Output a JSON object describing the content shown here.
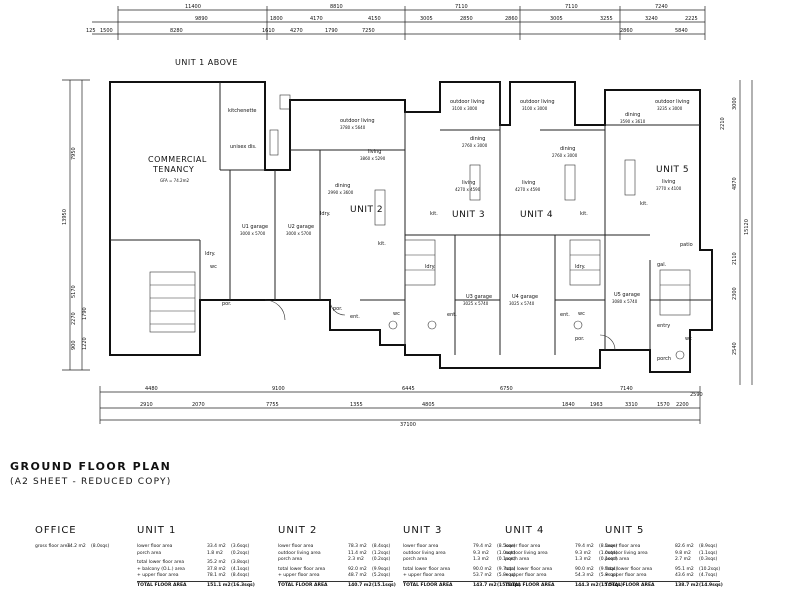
{
  "drawing": {
    "top_dims_row1": [
      "11400",
      "8810",
      "7110",
      "7110",
      "7240"
    ],
    "top_dims_row2": [
      "9890",
      "1800",
      "4170",
      "4150",
      "3005",
      "2850",
      "2860",
      "3005",
      "3255",
      "3240",
      "2225"
    ],
    "top_dims_row3": [
      "125",
      "1500",
      "8280",
      "1610",
      "4270",
      "1790",
      "7250",
      "2860",
      "5840"
    ],
    "bottom_dims_row1": [
      "4480",
      "9100",
      "6445",
      "6750",
      "7140"
    ],
    "bottom_dims_row2": [
      "2910",
      "2070",
      "7755",
      "1355",
      "4805",
      "1840",
      "1963",
      "3310",
      "1570",
      "2200",
      "2590"
    ],
    "bottom_total": "37100",
    "left_dims": [
      "7950",
      "13950",
      "5170",
      "2270",
      "1790",
      "900",
      "1220"
    ],
    "right_dims": [
      "3000",
      "2210",
      "4870",
      "15120",
      "2110",
      "2300",
      "2540"
    ],
    "unit1_above": "UNIT 1 ABOVE",
    "commercial": {
      "line1": "COMMERCIAL",
      "line2": "TENANCY",
      "gfa": "GFA = 74.2m2"
    },
    "unit_labels": [
      "UNIT 2",
      "UNIT 3",
      "UNIT 4",
      "UNIT 5"
    ],
    "rooms": {
      "kitchenette": "kitchenette",
      "unisex_dis": "unisex dis.",
      "outdoor_living_2": "outdoor living",
      "outdoor_living_2_dim": "3780 x 5640",
      "living_2": "living",
      "living_2_dim": "3860 x 5290",
      "dining_2": "dining",
      "dining_2_dim": "2990 x 3600",
      "u1_garage": "U1 garage",
      "u1_garage_dim": "3000 x 5700",
      "u2_garage": "U2 garage",
      "u2_garage_dim": "3000 x 5700",
      "outdoor_living_3": "outdoor living",
      "outdoor_living_3_dim": "3100 x 3000",
      "dining_3": "dining",
      "dining_3_dim": "2760 x 3000",
      "living_3": "living",
      "living_3_dim": "4270 x 4590",
      "u3_garage": "U3 garage",
      "u3_garage_dim": "3025 x 5740",
      "outdoor_living_4": "outdoor living",
      "outdoor_living_4_dim": "3100 x 3000",
      "dining_4": "dining",
      "dining_4_dim": "2760 x 3000",
      "living_4": "living",
      "living_4_dim": "4270 x 4590",
      "u4_garage": "U4 garage",
      "u4_garage_dim": "3025 x 5740",
      "outdoor_living_5": "outdoor living",
      "outdoor_living_5_dim": "3235 x 3000",
      "dining_5": "dining",
      "dining_5_dim": "3590 x 3610",
      "living_5": "living",
      "living_5_dim": "3770 x 4100",
      "u5_garage": "U5 garage",
      "u5_garage_dim": "3080 x 5740",
      "patio": "patio",
      "entry": "entry",
      "porch": "porch",
      "kit": "kit.",
      "ldry": "ldry.",
      "wc": "wc",
      "por": "por.",
      "ent": "ent.",
      "gal": "gal."
    }
  },
  "title": {
    "main": "GROUND FLOOR PLAN",
    "sub": "(A2 SHEET - REDUCED COPY)"
  },
  "schedule": {
    "office": {
      "heading": "OFFICE",
      "rows": [
        [
          "gross floor area",
          "74.2 m2",
          "(8.0sqs)"
        ]
      ]
    },
    "units": [
      {
        "heading": "UNIT 1",
        "rows": [
          [
            "lower floor area",
            "33.4 m2",
            "(3.6sqs)"
          ],
          [
            "porch area",
            "1.8 m2",
            "(0.2sqs)"
          ],
          [
            "total lower floor area",
            "35.2 m2",
            "(3.8sqs)"
          ],
          [
            "+ balcony (O.L.) area",
            "37.8 m2",
            "(4.1sqs)"
          ],
          [
            "+ upper floor area",
            "78.1 m2",
            "(8.4sqs)"
          ],
          [
            "TOTAL FLOOR AREA",
            "151.1 m2",
            "(16.3sqs)"
          ]
        ]
      },
      {
        "heading": "UNIT 2",
        "rows": [
          [
            "lower floor area",
            "78.3 m2",
            "(8.4sqs)"
          ],
          [
            "outdoor living area",
            "11.4 m2",
            "(1.2sqs)"
          ],
          [
            "porch area",
            "2.3 m2",
            "(0.2sqs)"
          ],
          [
            "total lower floor area",
            "92.0 m2",
            "(9.9sqs)"
          ],
          [
            "+ upper floor area",
            "48.7 m2",
            "(5.2sqs)"
          ],
          [
            "TOTAL FLOOR AREA",
            "140.7 m2",
            "(15.1sqs)"
          ]
        ]
      },
      {
        "heading": "UNIT 3",
        "rows": [
          [
            "lower floor area",
            "79.4 m2",
            "(8.5sqs)"
          ],
          [
            "outdoor living area",
            "9.3 m2",
            "(1.0sqs)"
          ],
          [
            "porch area",
            "1.3 m2",
            "(0.1sqs)"
          ],
          [
            "total lower floor area",
            "90.0 m2",
            "(9.7sqs)"
          ],
          [
            "+ upper floor area",
            "53.7 m2",
            "(5.8sqs)"
          ],
          [
            "TOTAL FLOOR AREA",
            "143.7 m2",
            "(15.5sqs)"
          ]
        ]
      },
      {
        "heading": "UNIT 4",
        "rows": [
          [
            "lower floor area",
            "79.4 m2",
            "(8.5sqs)"
          ],
          [
            "outdoor living area",
            "9.3 m2",
            "(1.0sqs)"
          ],
          [
            "porch area",
            "1.3 m2",
            "(0.1sqs)"
          ],
          [
            "total lower floor area",
            "90.0 m2",
            "(9.7sqs)"
          ],
          [
            "+ upper floor area",
            "54.3 m2",
            "(5.8sqs)"
          ],
          [
            "TOTAL FLOOR AREA",
            "144.3 m2",
            "(15.5sqs)"
          ]
        ]
      },
      {
        "heading": "UNIT 5",
        "rows": [
          [
            "lower floor area",
            "82.6 m2",
            "(8.9sqs)"
          ],
          [
            "outdoor living area",
            "9.8 m2",
            "(1.1sqs)"
          ],
          [
            "porch area",
            "2.7 m2",
            "(0.3sqs)"
          ],
          [
            "total lower floor area",
            "95.1 m2",
            "(10.2sqs)"
          ],
          [
            "+ upper floor area",
            "43.6 m2",
            "(4.7sqs)"
          ],
          [
            "TOTAL FLOOR AREA",
            "138.7 m2",
            "(14.9sqs)"
          ]
        ]
      }
    ]
  }
}
